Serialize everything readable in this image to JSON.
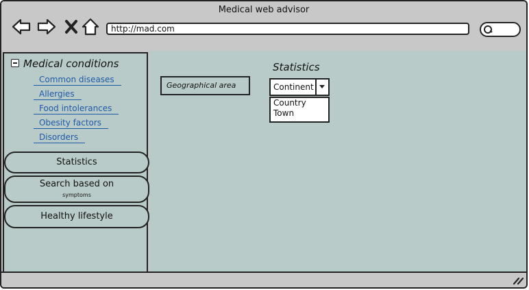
{
  "window": {
    "title": "Medical web advisor",
    "url": "http://mad.com",
    "nav_icons": [
      "back-arrow-icon",
      "forward-arrow-icon",
      "close-icon",
      "home-icon"
    ],
    "search_icon": "search-icon"
  },
  "sidebar": {
    "section_title": "Medical conditions",
    "links": [
      "Common diseases",
      "Allergies",
      "Food intolerances",
      "Obesity factors",
      "Disorders"
    ],
    "buttons": [
      {
        "label": "Statistics"
      },
      {
        "label": "Search based on",
        "sublabel": "symptoms"
      },
      {
        "label": "Healthy lifestyle"
      }
    ]
  },
  "main": {
    "title": "Statistics",
    "geo_label": "Geographical area",
    "select_value": "Continent",
    "options": [
      "Country",
      "Town"
    ]
  },
  "colors": {
    "content_bg": "#b9cbc8",
    "chrome_bg": "#c8c8c8",
    "link": "#1d5aa8"
  }
}
